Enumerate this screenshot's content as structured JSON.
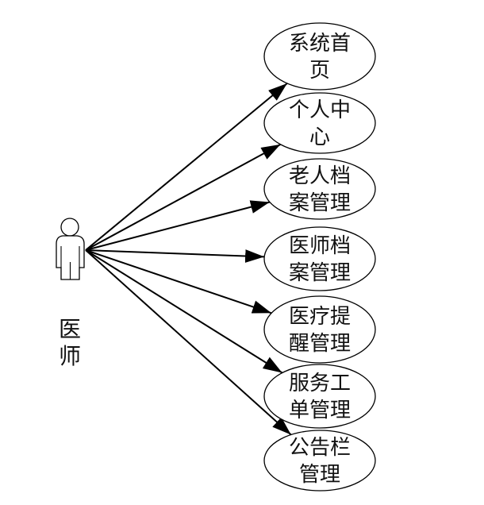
{
  "actor": {
    "name": "医师",
    "icon": "stick-figure-person-icon"
  },
  "use_cases": [
    {
      "lines": [
        "系统首",
        "页"
      ]
    },
    {
      "lines": [
        "个人中",
        "心"
      ]
    },
    {
      "lines": [
        "老人档",
        "案管理"
      ]
    },
    {
      "lines": [
        "医师档",
        "案管理"
      ]
    },
    {
      "lines": [
        "医疗提",
        "醒管理"
      ]
    },
    {
      "lines": [
        "服务工",
        "单管理"
      ]
    },
    {
      "lines": [
        "公告栏",
        "管理"
      ]
    }
  ],
  "colors": {
    "stroke": "#000000",
    "text": "#111111",
    "background": "#ffffff"
  }
}
